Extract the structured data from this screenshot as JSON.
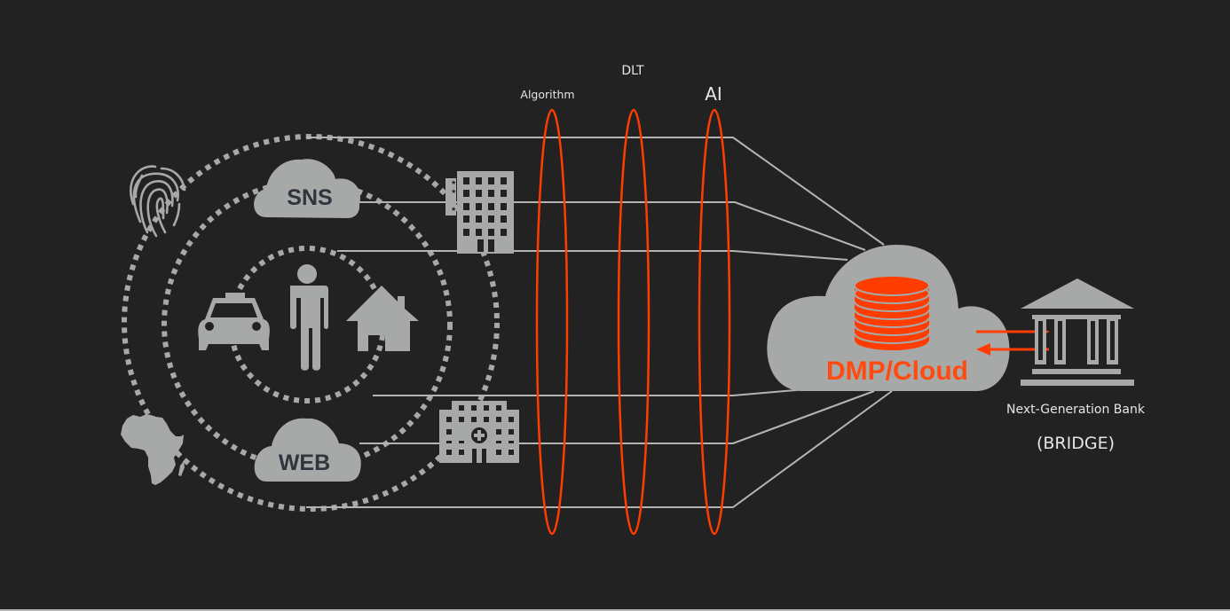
{
  "colors": {
    "background": "#222222",
    "icon_gray": "#a6a9a8",
    "accent_orange": "#ff3d00",
    "line_gray": "#b3b5b4",
    "text_light": "#e6e6e6",
    "cloud_text": "#33333d"
  },
  "layers": [
    {
      "label": "Algorithm"
    },
    {
      "label": "DLT"
    },
    {
      "label": "AI"
    }
  ],
  "data_sources": {
    "clouds": [
      {
        "label": "SNS"
      },
      {
        "label": "WEB"
      }
    ],
    "icons": [
      "fingerprint-icon",
      "africa-map-icon",
      "taxi-icon",
      "person-icon",
      "house-icon",
      "office-building-icon",
      "hospital-icon"
    ]
  },
  "hub": {
    "label": "DMP/Cloud",
    "icon": "database-icon"
  },
  "bank": {
    "name": "Next-Generation Bank",
    "subtitle": "(BRIDGE)",
    "icon": "bank-building-icon"
  },
  "connections": {
    "arrows": [
      "to-bank",
      "from-bank"
    ]
  }
}
